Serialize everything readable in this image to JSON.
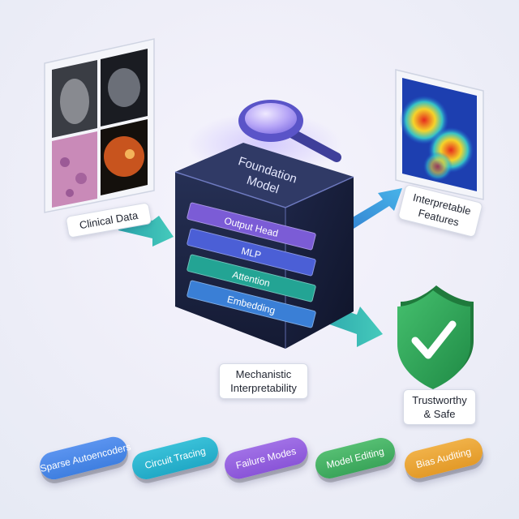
{
  "colors": {
    "cube_dark": "#1b2342",
    "teal_arrow": "#2bb3b0",
    "shield_green": "#2ea65a",
    "lens_purple": "#8e7cf0",
    "layer_output_head": "#7b5cd6",
    "layer_mlp": "#4b5fd6",
    "layer_attention": "#23a494",
    "layer_embedding": "#3a7fd6"
  },
  "icons": [
    "magnifying-glass-icon",
    "shield-check-icon",
    "heatmap-image",
    "xray-image",
    "brain-mri-image",
    "histology-image",
    "retina-image"
  ],
  "labels": {
    "clinical_data": "Clinical Data",
    "interpretable_features": [
      "Interpretable",
      "Features"
    ],
    "mechanistic": [
      "Mechanistic",
      "Interpretability"
    ],
    "trustworthy": [
      "Trustworthy",
      "& Safe"
    ]
  },
  "cube": {
    "title": [
      "Foundation",
      "Model"
    ],
    "layers": [
      {
        "label": "Output Head",
        "color": "#7b5cd6"
      },
      {
        "label": "MLP",
        "color": "#4b5fd6"
      },
      {
        "label": "Attention",
        "color": "#23a494"
      },
      {
        "label": "Embedding",
        "color": "#3a7fd6"
      }
    ]
  },
  "pills": [
    {
      "label": "Sparse Autoencoders",
      "color": "#3f7fe0"
    },
    {
      "label": "Circuit Tracing",
      "color": "#21a9c6"
    },
    {
      "label": "Failure Modes",
      "color": "#8a55d8"
    },
    {
      "label": "Model Editing",
      "color": "#3aa55a"
    },
    {
      "label": "Bias Auditing",
      "color": "#e39a28"
    }
  ]
}
